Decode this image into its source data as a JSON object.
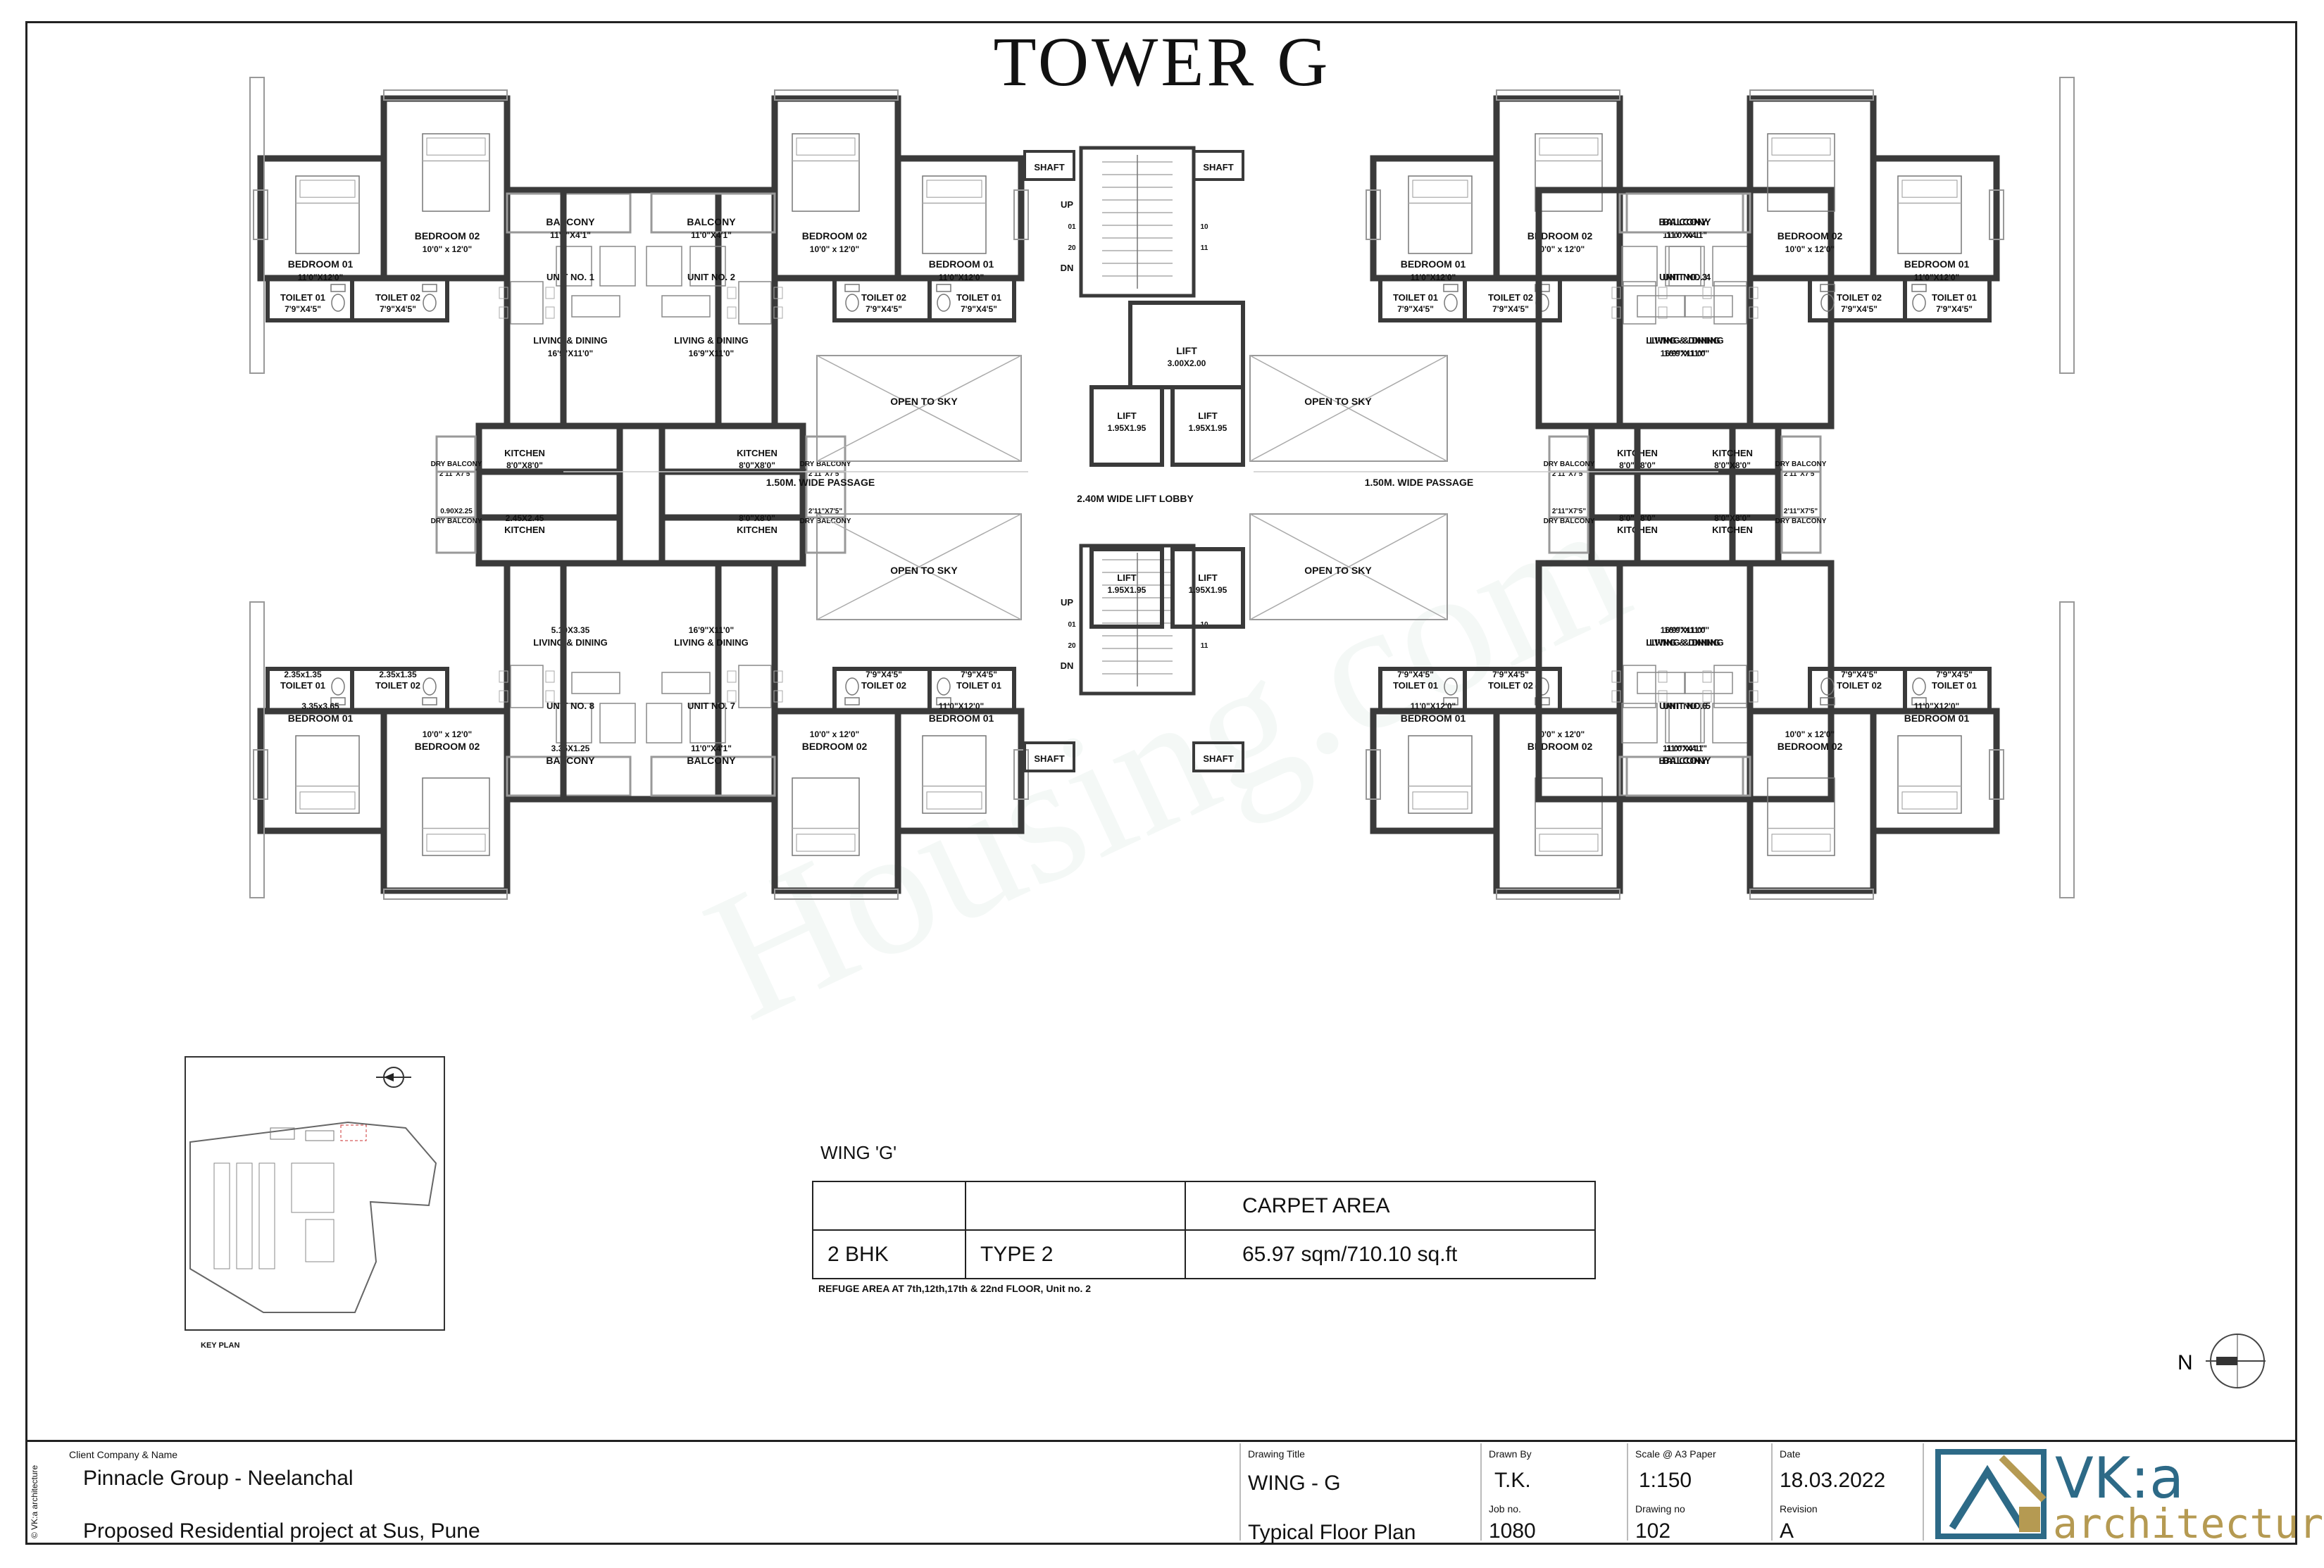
{
  "title": "TOWER G",
  "units": [
    {
      "unit": "UNIT NO. 1",
      "bed1": "BEDROOM 01",
      "bed1_size": "11'0\"X12'0\"",
      "bed2": "BEDROOM 02",
      "bed2_size": "10'0\" x 12'0\"",
      "balcony": "BALCONY",
      "balcony_size": "11'0\"X4'1\"",
      "t1": "TOILET 01",
      "t1_size": "7'9\"X4'5\"",
      "t2": "TOILET 02",
      "t2_size": "7'9\"X4'5\"",
      "living": "LIVING & DINING",
      "living_size": "16'9\"X11'0\"",
      "kitchen": "KITCHEN",
      "kitchen_size": "8'0\"X8'0\"",
      "dry": "DRY BALCONY",
      "dry_size": "2'11\"X7'5\""
    },
    {
      "unit": "UNIT NO. 2",
      "bed1": "BEDROOM 01",
      "bed1_size": "11'0\"X12'0\"",
      "bed2": "BEDROOM 02",
      "bed2_size": "10'0\" x 12'0\"",
      "balcony": "BALCONY",
      "balcony_size": "11'0\"X4'1\"",
      "t1": "TOILET 01",
      "t1_size": "7'9\"X4'5\"",
      "t2": "TOILET 02",
      "t2_size": "7'9\"X4'5\"",
      "living": "LIVING & DINING",
      "living_size": "16'9\"X11'0\"",
      "kitchen": "KITCHEN",
      "kitchen_size": "8'0\"X8'0\"",
      "dry": "DRY BALCONY",
      "dry_size": "2'11\"X7'5\""
    },
    {
      "unit": "UNIT NO. 3",
      "bed1": "BEDROOM 01",
      "bed1_size": "11'0\"X12'0\"",
      "bed2": "BEDROOM 02",
      "bed2_size": "10'0\" x 12'0\"",
      "balcony": "BALCONY",
      "balcony_size": "11'0\"X4'1\"",
      "t1": "TOILET 01",
      "t1_size": "7'9\"X4'5\"",
      "t2": "TOILET 02",
      "t2_size": "7'9\"X4'5\"",
      "living": "LIVING & DINING",
      "living_size": "16'9\"X11'0\"",
      "kitchen": "KITCHEN",
      "kitchen_size": "8'0\"X8'0\"",
      "dry": "DRY BALCONY",
      "dry_size": "2'11\"X7'5\""
    },
    {
      "unit": "UNIT NO. 4",
      "bed1": "BEDROOM 01",
      "bed1_size": "11'0\"X12'0\"",
      "bed2": "BEDROOM 02",
      "bed2_size": "10'0\" x 12'0\"",
      "balcony": "BALCONY",
      "balcony_size": "11'0\"X4'1\"",
      "t1": "TOILET 01",
      "t1_size": "7'9\"X4'5\"",
      "t2": "TOILET 02",
      "t2_size": "7'9\"X4'5\"",
      "living": "LIVING & DINING",
      "living_size": "16'9\"X11'0\"",
      "kitchen": "KITCHEN",
      "kitchen_size": "8'0\"X8'0\"",
      "dry": "DRY BALCONY",
      "dry_size": "2'11\"X7'5\""
    },
    {
      "unit": "UNIT NO. 8",
      "bed1": "BEDROOM 01",
      "bed1_size": "3.35x3.65",
      "bed2": "BEDROOM 02",
      "bed2_size": "10'0\" x 12'0\"",
      "balcony": "BALCONY",
      "balcony_size": "3.35X1.25",
      "t1": "TOILET 01",
      "t1_size": "2.35x1.35",
      "t2": "TOILET 02",
      "t2_size": "2.35x1.35",
      "living": "LIVING & DINING",
      "living_size": "5.10X3.35",
      "kitchen": "KITCHEN",
      "kitchen_size": "2.45X2.45",
      "dry": "DRY BALCONY",
      "dry_size": "0.90X2.25"
    },
    {
      "unit": "UNIT NO. 7",
      "bed1": "BEDROOM 01",
      "bed1_size": "11'0\"X12'0\"",
      "bed2": "BEDROOM 02",
      "bed2_size": "10'0\" x 12'0\"",
      "balcony": "BALCONY",
      "balcony_size": "11'0\"X4'1\"",
      "t1": "TOILET 01",
      "t1_size": "7'9\"X4'5\"",
      "t2": "TOILET 02",
      "t2_size": "7'9\"X4'5\"",
      "living": "LIVING & DINING",
      "living_size": "16'9\"X11'0\"",
      "kitchen": "KITCHEN",
      "kitchen_size": "8'0\"X8'0\"",
      "dry": "DRY BALCONY",
      "dry_size": "2'11\"X7'5\""
    },
    {
      "unit": "UNIT NO. 6",
      "bed1": "BEDROOM 01",
      "bed1_size": "11'0\"X12'0\"",
      "bed2": "BEDROOM 02",
      "bed2_size": "10'0\" x 12'0\"",
      "balcony": "BALCONY",
      "balcony_size": "11'0\"X4'1\"",
      "t1": "TOILET 01",
      "t1_size": "7'9\"X4'5\"",
      "t2": "TOILET 02",
      "t2_size": "7'9\"X4'5\"",
      "living": "LIVING & DINING",
      "living_size": "16'9\"X11'0\"",
      "kitchen": "KITCHEN",
      "kitchen_size": "8'0\"X8'0\"",
      "dry": "DRY BALCONY",
      "dry_size": "2'11\"X7'5\""
    },
    {
      "unit": "UNIT NO. 5",
      "bed1": "BEDROOM 01",
      "bed1_size": "11'0\"X12'0\"",
      "bed2": "BEDROOM 02",
      "bed2_size": "10'0\" x 12'0\"",
      "balcony": "BALCONY",
      "balcony_size": "11'0\"X4'1\"",
      "t1": "TOILET 01",
      "t1_size": "7'9\"X4'5\"",
      "t2": "TOILET 02",
      "t2_size": "7'9\"X4'5\"",
      "living": "LIVING & DINING",
      "living_size": "16'9\"X11'0\"",
      "kitchen": "KITCHEN",
      "kitchen_size": "8'0\"X8'0\"",
      "dry": "DRY BALCONY",
      "dry_size": "2'11\"X7'5\""
    }
  ],
  "core": {
    "shaft": "SHAFT",
    "lift_label": "LIFT",
    "lift_big_size": "3.00X2.00",
    "lift_small_size": "1.95X1.95",
    "open_to_sky": "OPEN TO SKY",
    "passage": "1.50M. WIDE PASSAGE",
    "lobby": "2.40M WIDE LIFT LOBBY",
    "up": "UP",
    "dn": "DN",
    "step_numbers": [
      "01",
      "10",
      "20",
      "11"
    ]
  },
  "watermark": "Housing.com",
  "key_plan_label": "KEY PLAN",
  "wing_table": {
    "title": "WING 'G'",
    "header": [
      "",
      "",
      "CARPET AREA"
    ],
    "row": [
      "2 BHK",
      "TYPE 2",
      "65.97 sqm/710.10 sq.ft"
    ],
    "note": "REFUGE AREA AT  7th,12th,17th & 22nd FLOOR, Unit no. 2"
  },
  "north_label": "N",
  "title_block": {
    "copyright": "© VK:a architecture",
    "client_label": "Client Company & Name",
    "client_name": "Pinnacle Group - Neelanchal",
    "project": "Proposed Residential project at Sus, Pune",
    "drawing_title_label": "Drawing Title",
    "drawing_title": "WING - G",
    "drawing_subtitle": "Typical Floor Plan",
    "drawn_by_label": "Drawn By",
    "drawn_by": "T.K.",
    "job_no_label": "Job no.",
    "job_no": "1080",
    "scale_label": "Scale @ A3 Paper",
    "scale": "1:150",
    "drawing_no_label": "Drawing no",
    "drawing_no": "102",
    "date_label": "Date",
    "date": "18.03.2022",
    "revision_label": "Revision",
    "revision": "A",
    "logo_text": "VK:a",
    "logo_sub": "architecture"
  },
  "colors": {
    "wall": "#3a3a3a",
    "line": "#555555",
    "logo_blue": "#2d6a87",
    "logo_gold": "#b59a52"
  }
}
